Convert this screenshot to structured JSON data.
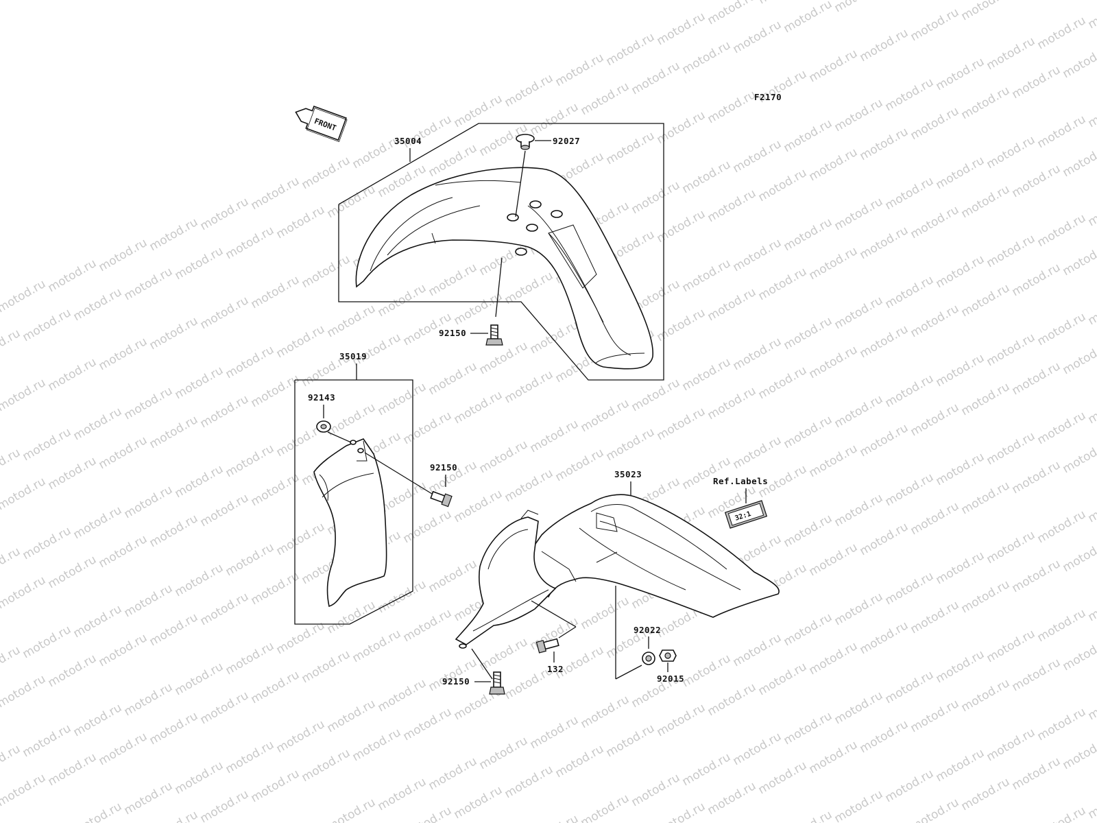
{
  "diagram": {
    "figure_code": "F2170",
    "front_arrow_label": "FRONT",
    "watermark_text": "motod.ru",
    "callouts": {
      "front_fender": "35004",
      "front_fender_plug": "92027",
      "front_fender_bolt": "92150",
      "mud_guard": "35019",
      "mud_guard_grommet": "92143",
      "mud_guard_bolt": "92150",
      "rear_fender": "35023",
      "ref_labels": "Ref.Labels",
      "rear_fender_bolt_a": "132",
      "rear_fender_washer": "92022",
      "rear_fender_nut": "92015",
      "rear_fender_bolt_b": "92150"
    },
    "label_plate_text": "32:1"
  },
  "colors": {
    "line": "#111111",
    "watermark": "#c8c8c8",
    "background": "#ffffff"
  }
}
